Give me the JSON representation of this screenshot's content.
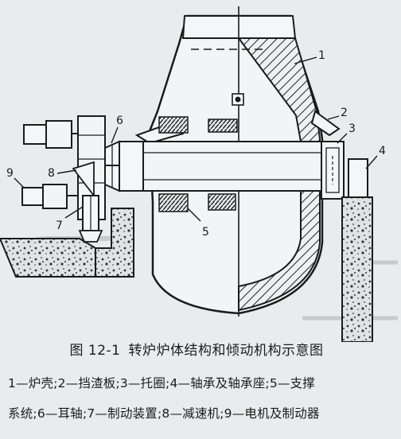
{
  "figure": {
    "number": "图 12-1",
    "title": "转炉炉体结构和倾动机构示意图"
  },
  "labels": [
    "1",
    "2",
    "3",
    "4",
    "5",
    "6",
    "7",
    "8",
    "9"
  ],
  "legend": {
    "line1": "1—炉壳;2—挡渣板;3—托圈;4—轴承及轴承座;5—支撑",
    "line2": "系统;6—耳轴;7—制动装置;8—减速机;9—电机及制动器"
  }
}
